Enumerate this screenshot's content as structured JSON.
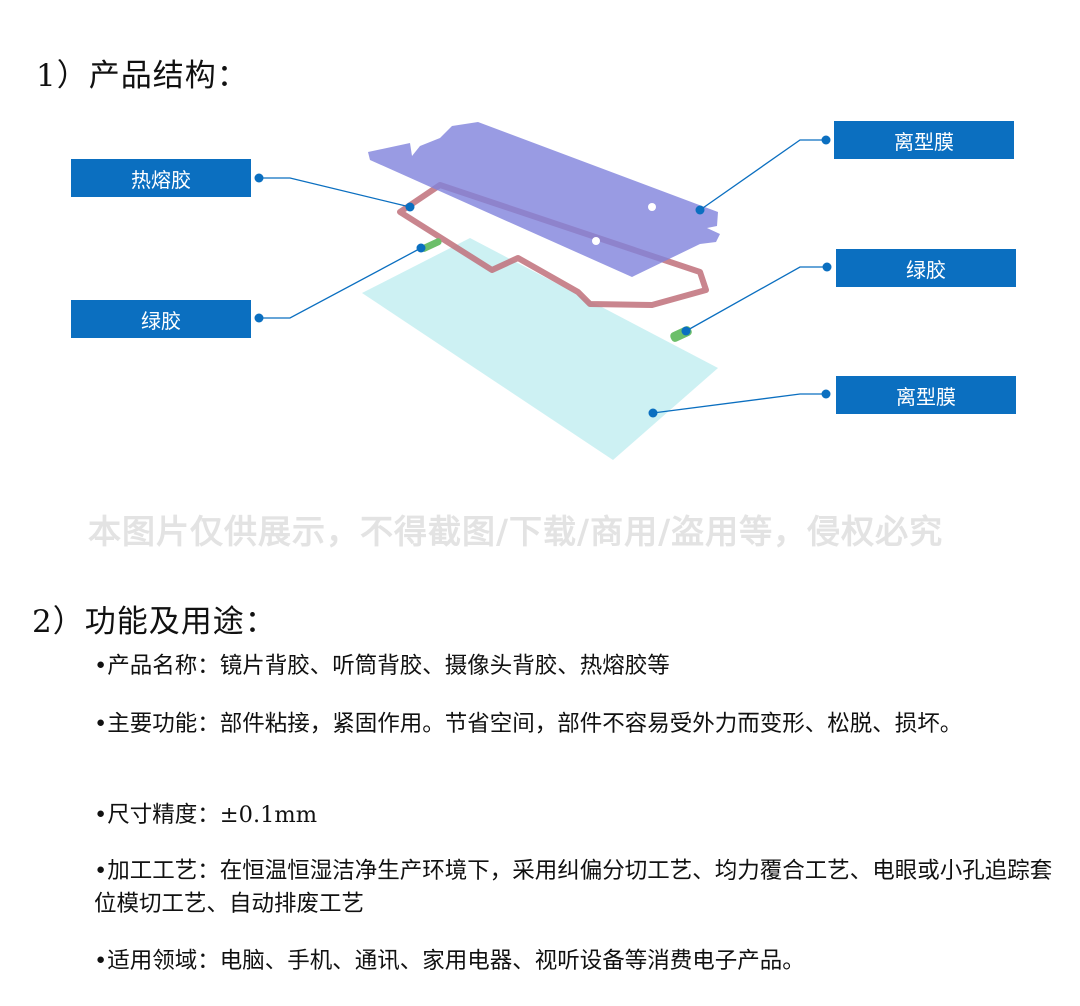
{
  "section1": {
    "title": "1）产品结构："
  },
  "labels": {
    "hot_melt": "热熔胶",
    "green_left": "绿胶",
    "release_top": "离型膜",
    "green_right": "绿胶",
    "release_bottom": "离型膜"
  },
  "watermark": "本图片仅供展示，不得截图/下载/商用/盗用等，侵权必究",
  "section2": {
    "title": "2）功能及用途：",
    "items": [
      "•产品名称：镜片背胶、听筒背胶、摄像头背胶、热熔胶等",
      "•主要功能：部件粘接，紧固作用。节省空间，部件不容易受外力而变形、松脱、损坏。",
      "•尺寸精度：±0.1mm",
      "•加工工艺：在恒温恒湿洁净生产环境下，采用纠偏分切工艺、均力覆合工艺、电眼或小孔追踪套位模切工艺、自动排废工艺",
      "•适用领域：电脑、手机、通讯、家用电器、视听设备等消费电子产品。"
    ]
  },
  "colors": {
    "label_bg": "#0b6fc0",
    "release_film_top": "#8b8ee0",
    "release_film_bottom": "#c8f0f2",
    "hot_melt": "#c0707a",
    "green_glue": "#6cbf6a"
  }
}
